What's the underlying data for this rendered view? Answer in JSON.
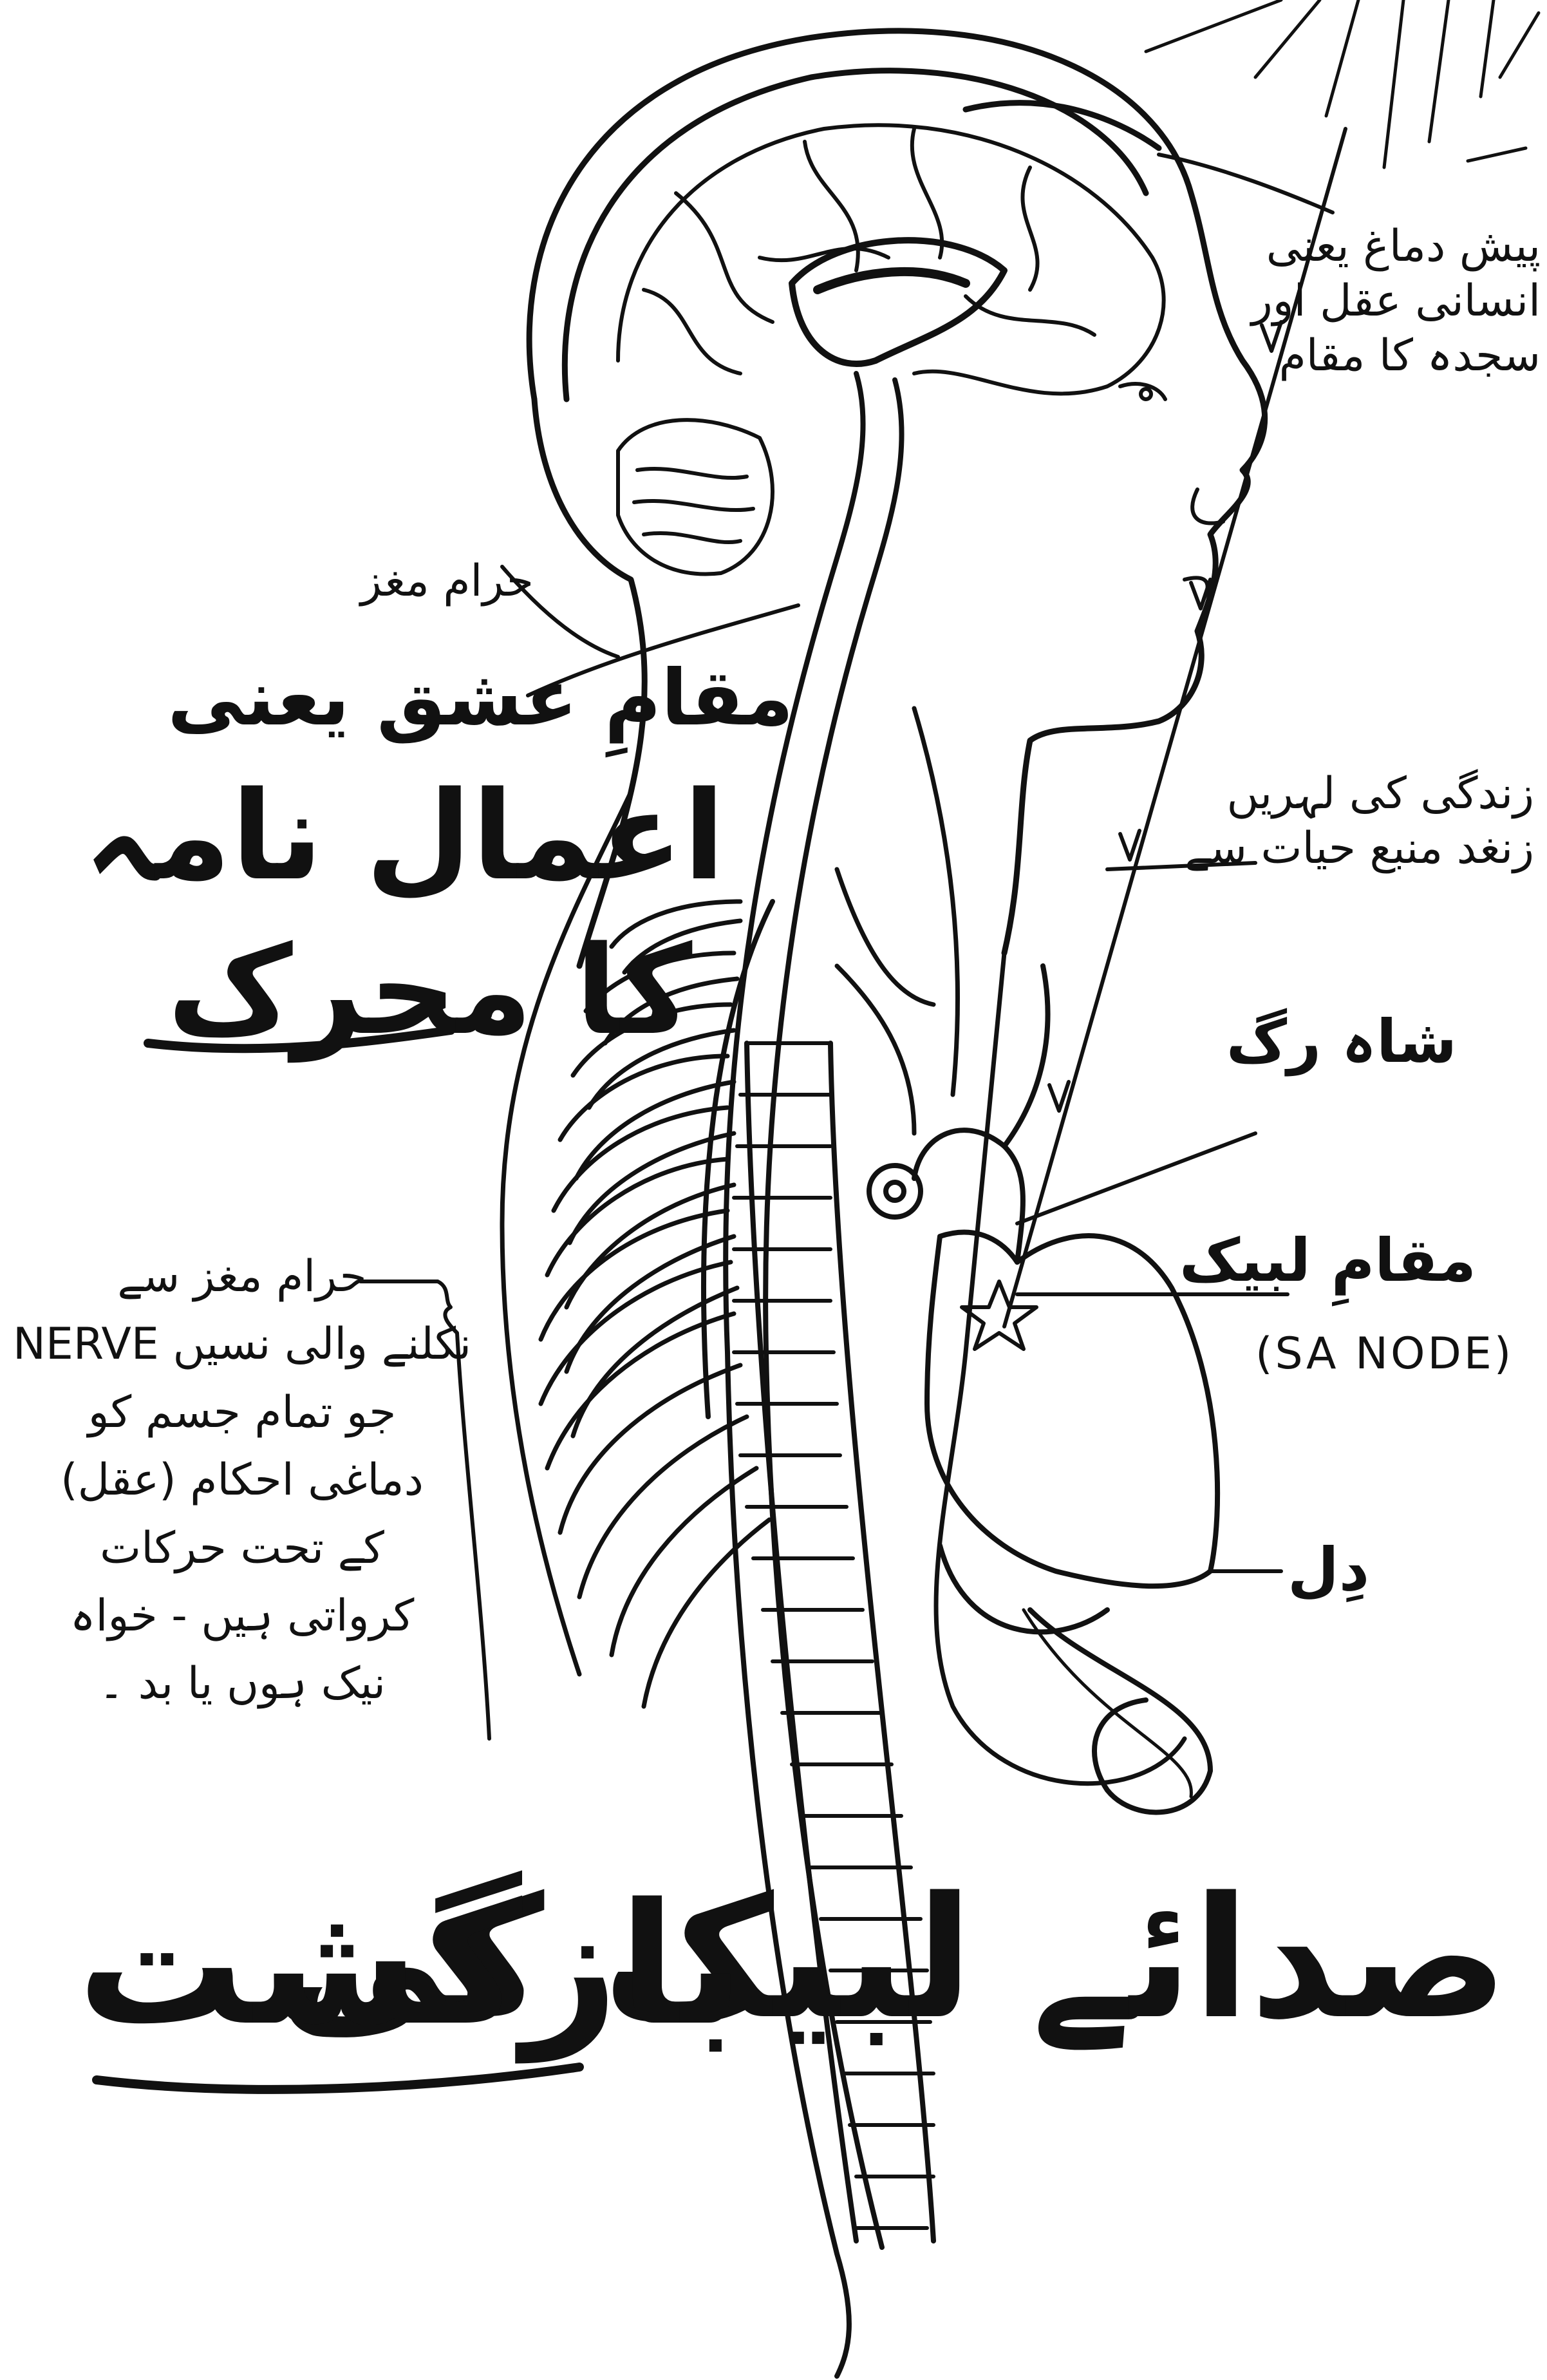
{
  "labels": {
    "forebrain": [
      "پیش دماغ یعنی",
      "انسانی عقل اور",
      "سجدہ کا مقام"
    ],
    "medulla": "حرام مغز",
    "ishq": "مقامِ عشق یعنی",
    "amal_1": "اعمال نامہ",
    "amal_2": "کا محرک",
    "life_waves": [
      "زندگی کی لہریں",
      "زنغد منبع حیات سے"
    ],
    "jugular": "شاہ رگ",
    "labbaik_place": "مقامِ لبیک",
    "sa_node": "(SA NODE)",
    "heart": "دِل",
    "nerves": [
      "حرام مغز سے",
      "نکلنے والی نسیں NERVE",
      "جو تمام جسم کو",
      "دماغی احکام (عقل)",
      "کے تحت حرکات",
      "کرواتی ہیں - خواہ",
      "نیک ہوں یا بد ۔"
    ],
    "title_1": "صدائے لبیک کی",
    "title_2": "بازگشت"
  }
}
